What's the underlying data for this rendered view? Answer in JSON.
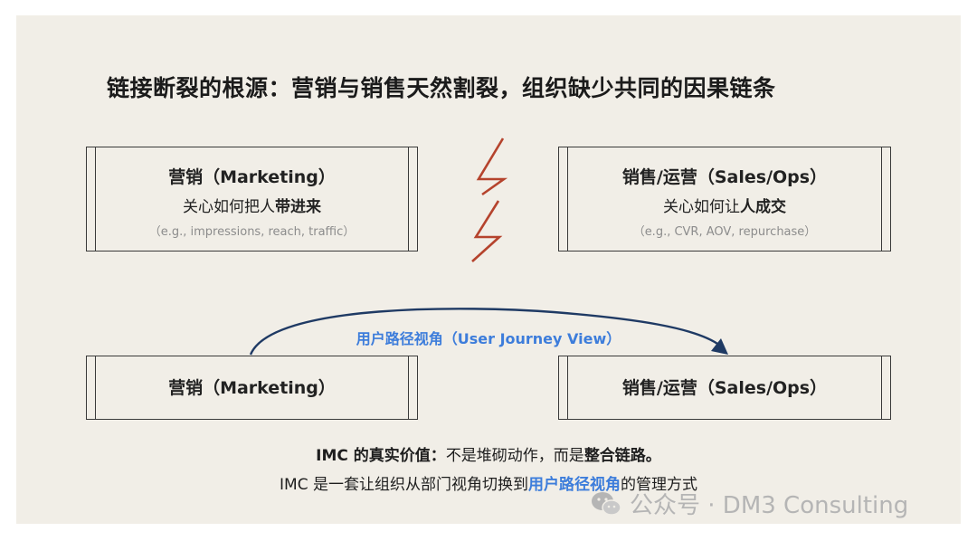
{
  "title": "链接断裂的根源：营销与销售天然割裂，组织缺少共同的因果链条",
  "top_left": {
    "name": "营销（Marketing）",
    "desc_prefix": "关心如何把人",
    "desc_bold": "带进来",
    "example": "（e.g., impressions, reach, traffic）"
  },
  "top_right": {
    "name": "销售/运营（Sales/Ops）",
    "desc_prefix": "关心如何让",
    "desc_bold": "人成交",
    "example": "（e.g., CVR, AOV, repurchase）"
  },
  "bottom_left": {
    "name": "营销（Marketing）"
  },
  "bottom_right": {
    "name": "销售/运营（Sales/Ops）"
  },
  "arc_label": "用户路径视角（User Journey View）",
  "imc_line": {
    "bold_prefix": "IMC 的真实价值：",
    "middle": "不是堆砌动作，而是",
    "bold_end": "整合链路。"
  },
  "imc_line2": {
    "prefix": "IMC 是一套让组织从部门视角切换到",
    "highlight": "用户路径视角",
    "suffix": "的管理方式"
  },
  "watermark": {
    "text": "公众号 · DM3 Consulting",
    "icon": "wechat-icon"
  },
  "colors": {
    "background": "#f1eee7",
    "lightning": "#b5432d",
    "arc": "#1f3a64",
    "highlight": "#3d7ddb"
  }
}
